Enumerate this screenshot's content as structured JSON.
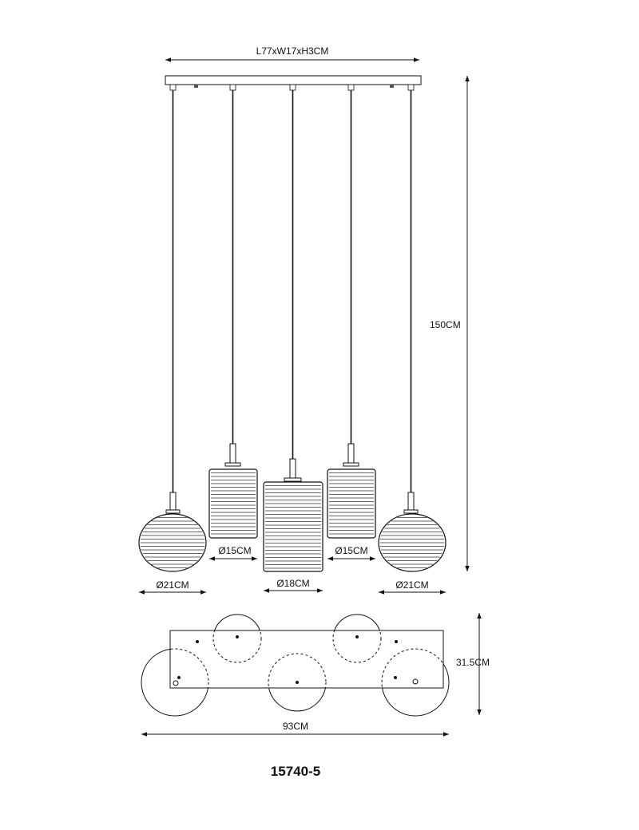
{
  "labels": {
    "canopy": "L77xW17xH3CM",
    "height": "150CM",
    "shade_left": "Ø21CM",
    "shade_inner_left": "Ø15CM",
    "shade_center": "Ø18CM",
    "shade_inner_right": "Ø15CM",
    "shade_right": "Ø21CM",
    "plan_width": "93CM",
    "plan_depth": "31.5CM",
    "model": "15740-5"
  }
}
